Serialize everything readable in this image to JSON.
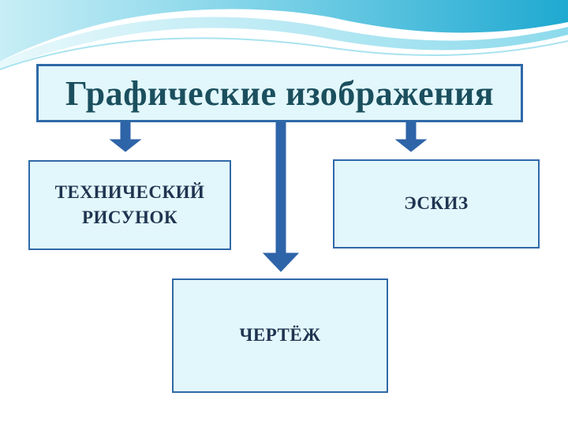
{
  "title": "Графические изображения",
  "boxes": {
    "technical_drawing": "ТЕХНИЧЕСКИЙ\nРИСУНОК",
    "sketch": "ЭСКИЗ",
    "drawing": "ЧЕРТЁЖ"
  },
  "colors": {
    "box_fill": "#e2f7fb",
    "border": "#2f69a8",
    "arrow": "#2e64a8",
    "title_text": "#1b4f5e",
    "wave": "#2bb2d6"
  }
}
